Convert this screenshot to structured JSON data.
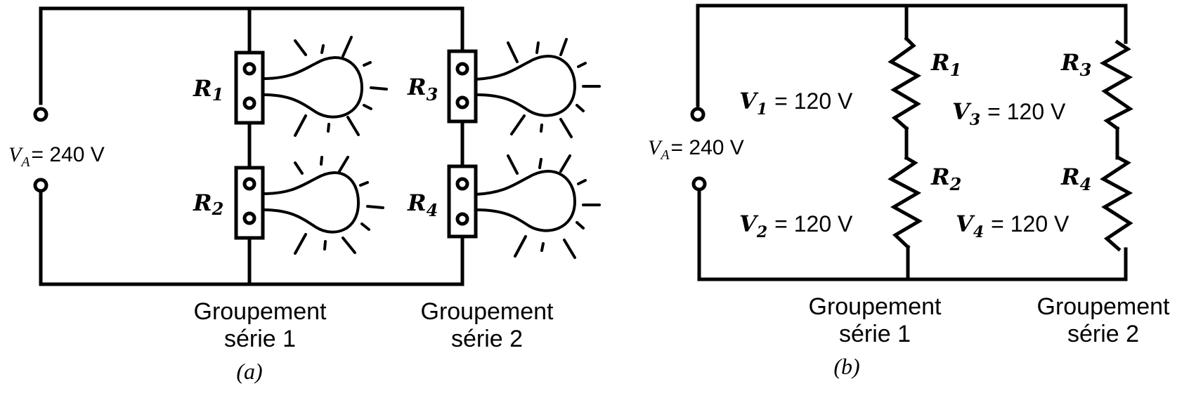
{
  "diagram": {
    "subject": "Two series groups of lamps connected in parallel across a source",
    "text_color": "#000000",
    "background": "#ffffff",
    "panel_a": {
      "caption": "(a)",
      "source_label": "V",
      "source_sub": "A",
      "source_value": "= 240  V",
      "lamps": [
        {
          "name": "R",
          "sub": "1"
        },
        {
          "name": "R",
          "sub": "2"
        },
        {
          "name": "R",
          "sub": "3"
        },
        {
          "name": "R",
          "sub": "4"
        }
      ],
      "groups": [
        {
          "line1": "Groupement",
          "line2": "série 1"
        },
        {
          "line1": "Groupement",
          "line2": "série 2"
        }
      ]
    },
    "panel_b": {
      "caption": "(b)",
      "source_label": "V",
      "source_sub": "A",
      "source_value": "= 240  V",
      "resistors": [
        {
          "name": "R",
          "sub": "1",
          "v": "V",
          "v_sub": "1",
          "v_value": "= 120 V"
        },
        {
          "name": "R",
          "sub": "2",
          "v": "V",
          "v_sub": "2",
          "v_value": "= 120 V"
        },
        {
          "name": "R",
          "sub": "3",
          "v": "V",
          "v_sub": "3",
          "v_value": "= 120 V"
        },
        {
          "name": "R",
          "sub": "4",
          "v": "V",
          "v_sub": "4",
          "v_value": "= 120 V"
        }
      ],
      "groups": [
        {
          "line1": "Groupement",
          "line2": "série 1"
        },
        {
          "line1": "Groupement",
          "line2": "série 2"
        }
      ]
    }
  }
}
